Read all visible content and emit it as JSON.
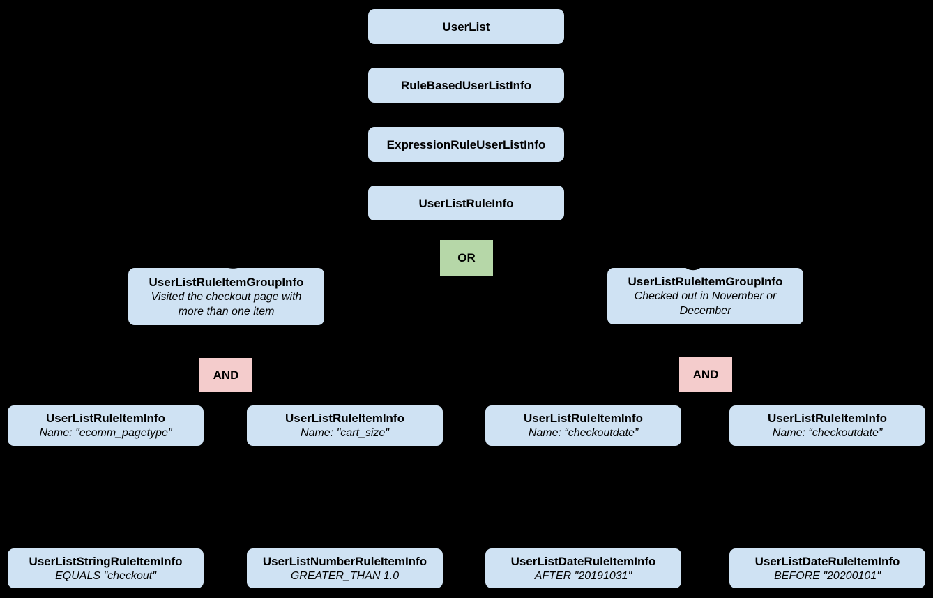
{
  "diagram": {
    "background": "#000000",
    "colors": {
      "node_fill": "#cfe2f3",
      "or_fill": "#b6d7a8",
      "and_fill": "#f4cccc",
      "text": "#000000"
    },
    "nodes": {
      "user_list": {
        "title": "UserList"
      },
      "rule_based": {
        "title": "RuleBasedUserListInfo"
      },
      "expression_rule": {
        "title": "ExpressionRuleUserListInfo"
      },
      "user_list_rule": {
        "title": "UserListRuleInfo"
      },
      "or_operator": {
        "label": "OR"
      },
      "group_left": {
        "title": "UserListRuleItemGroupInfo",
        "subtitle": "Visited the checkout page with more than one item"
      },
      "group_right": {
        "title": "UserListRuleItemGroupInfo",
        "subtitle": "Checked out in November or December"
      },
      "and_left": {
        "label": "AND"
      },
      "and_right": {
        "label": "AND"
      },
      "item_1": {
        "title": "UserListRuleItemInfo",
        "subtitle": "Name: \"ecomm_pagetype\""
      },
      "item_2": {
        "title": "UserListRuleItemInfo",
        "subtitle": "Name: \"cart_size\""
      },
      "item_3": {
        "title": "UserListRuleItemInfo",
        "subtitle": "Name: “checkoutdate”"
      },
      "item_4": {
        "title": "UserListRuleItemInfo",
        "subtitle": "Name: “checkoutdate”"
      },
      "leaf_1": {
        "title": "UserListStringRuleItemInfo",
        "subtitle": "EQUALS \"checkout\""
      },
      "leaf_2": {
        "title": "UserListNumberRuleItemInfo",
        "subtitle": "GREATER_THAN 1.0"
      },
      "leaf_3": {
        "title": "UserListDateRuleItemInfo",
        "subtitle": "AFTER \"20191031\""
      },
      "leaf_4": {
        "title": "UserListDateRuleItemInfo",
        "subtitle": "BEFORE \"20200101\""
      }
    }
  }
}
